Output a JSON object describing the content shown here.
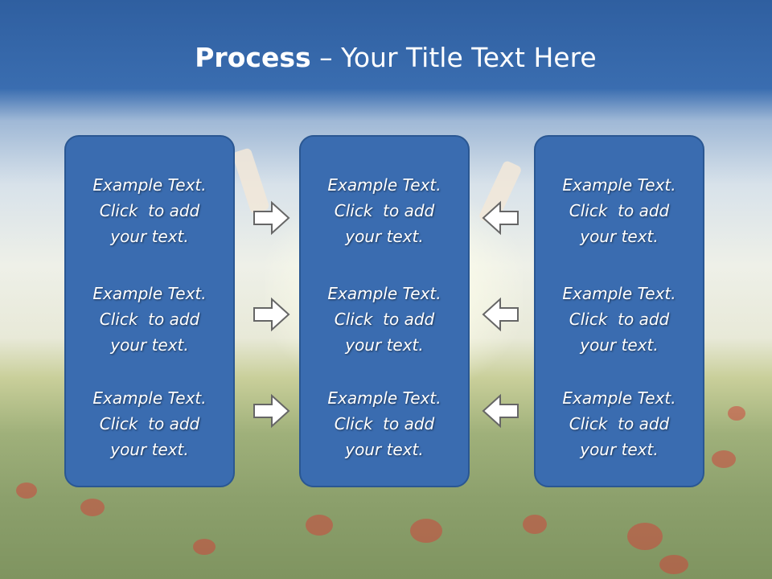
{
  "slide": {
    "title_bold": "Process",
    "title_rest": " – Your Title Text Here"
  },
  "text": {
    "l1": "Example Text.",
    "l2": "Click  to add",
    "l3": "your text."
  },
  "colors": {
    "panel": "#3a6cb0",
    "panel_border": "#2a5792",
    "arrow_fill": "#ffffff",
    "arrow_stroke": "#666666"
  },
  "icons": [
    "arrow-right-icon",
    "arrow-left-icon"
  ]
}
